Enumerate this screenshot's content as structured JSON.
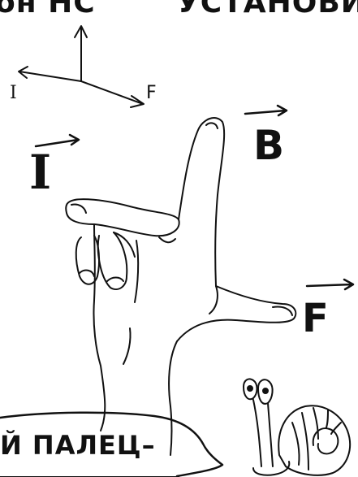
{
  "header": {
    "left_text": "он НС",
    "right_text": "УСТАНОВИТЬ"
  },
  "axes": {
    "i_label": "I",
    "f_label": "F"
  },
  "vectors": {
    "b_label": "B",
    "i_label": "I",
    "f_label": "F"
  },
  "caption": {
    "text": "Й ПАЛЕЦ–"
  }
}
